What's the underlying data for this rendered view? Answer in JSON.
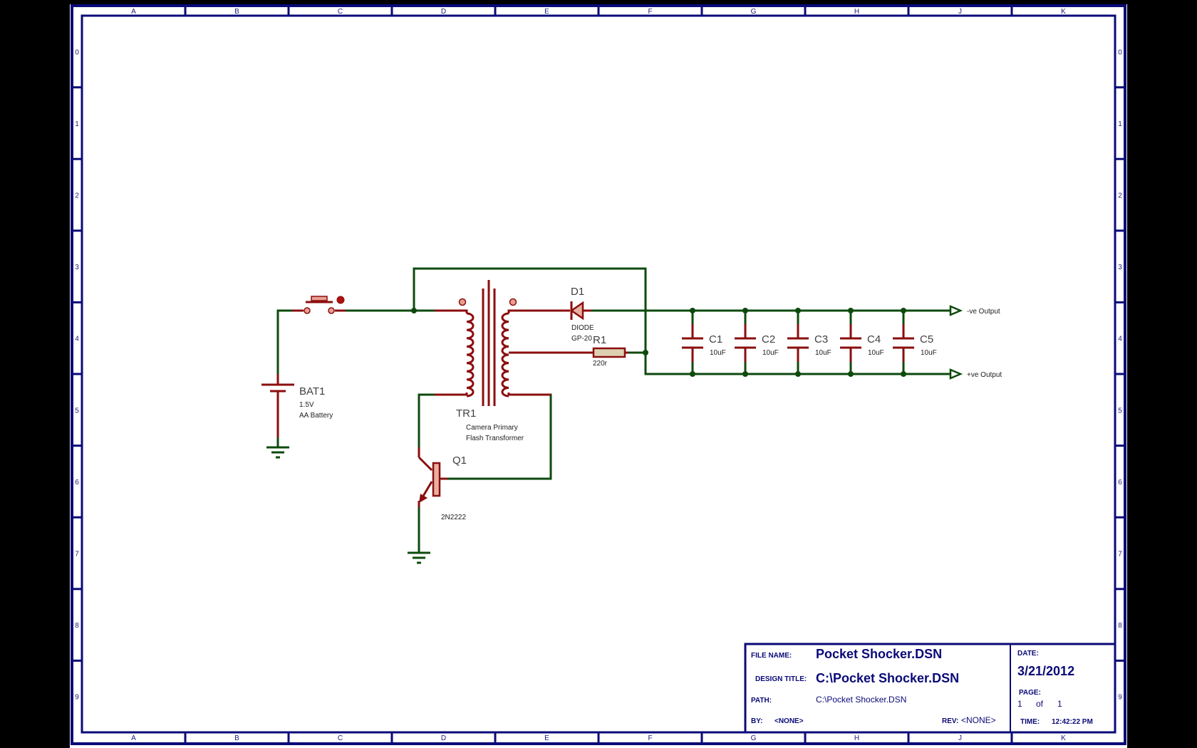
{
  "border": {
    "columns": [
      "A",
      "B",
      "C",
      "D",
      "E",
      "F",
      "G",
      "H",
      "J",
      "K"
    ],
    "rows": [
      "0",
      "1",
      "2",
      "3",
      "4",
      "5",
      "6",
      "7",
      "8",
      "9"
    ]
  },
  "components": {
    "bat1": {
      "ref": "BAT1",
      "value": "1.5V",
      "desc": "AA Battery"
    },
    "tr1": {
      "ref": "TR1",
      "desc_line1": "Camera Primary",
      "desc_line2": "Flash Transformer"
    },
    "q1": {
      "ref": "Q1",
      "value": "2N2222"
    },
    "d1": {
      "ref": "D1",
      "value_line1": "DIODE",
      "value_line2": "GP-20"
    },
    "r1": {
      "ref": "R1",
      "value": "220r"
    },
    "caps": [
      {
        "ref": "C1",
        "value": "10uF"
      },
      {
        "ref": "C2",
        "value": "10uF"
      },
      {
        "ref": "C3",
        "value": "10uF"
      },
      {
        "ref": "C4",
        "value": "10uF"
      },
      {
        "ref": "C5",
        "value": "10uF"
      }
    ],
    "terminals": {
      "neg": "-ve Output",
      "pos": "+ve Output"
    }
  },
  "title_block": {
    "file_name_label": "FILE NAME:",
    "file_name": "Pocket Shocker.DSN",
    "design_title_label": "DESIGN TITLE:",
    "design_title": "C:\\Pocket Shocker.DSN",
    "path_label": "PATH:",
    "path": "C:\\Pocket Shocker.DSN",
    "by_label": "BY:",
    "by": "<NONE>",
    "rev_label": "REV:",
    "rev": "<NONE>",
    "date_label": "DATE:",
    "date": "3/21/2012",
    "page_label": "PAGE:",
    "page_num": "1",
    "page_of": "of",
    "page_total": "1",
    "time_label": "TIME:",
    "time": "12:42:22 PM"
  },
  "colors": {
    "frame": "#0a0a78",
    "wire": "#0d4a0d",
    "component": "#8b0e0e",
    "sheet": "#ffffff",
    "background": "#000000"
  }
}
